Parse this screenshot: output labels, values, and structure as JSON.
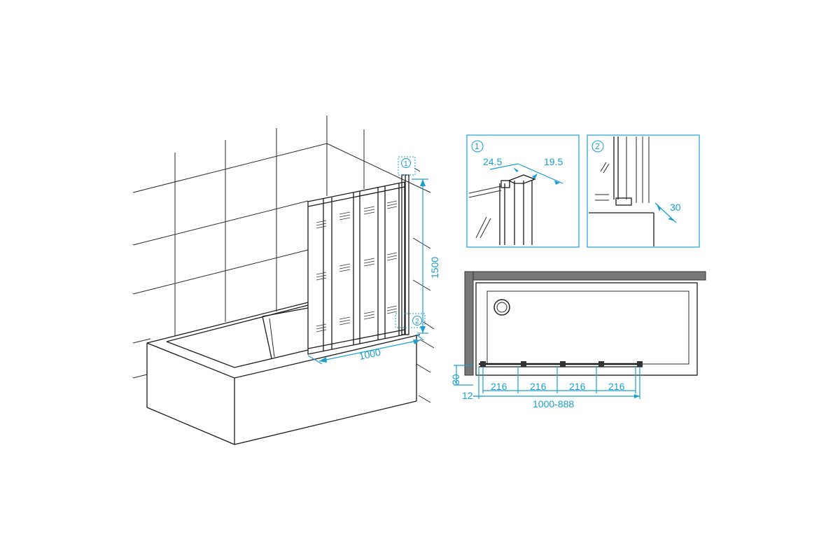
{
  "overview": {
    "width_label": "1000",
    "height_label": "1500",
    "callout_1": "1",
    "callout_2": "2"
  },
  "detail_1": {
    "badge": "1",
    "dim_left": "24.5",
    "dim_right": "19.5"
  },
  "detail_2": {
    "badge": "2",
    "dim": "30"
  },
  "plan_view": {
    "offset_vertical": "30",
    "offset_horizontal": "12",
    "panel_widths": [
      "216",
      "216",
      "216",
      "216"
    ],
    "total_width": "1000-888"
  },
  "colors": {
    "dimension": "#1a9fd0",
    "line": "#1a1a1a",
    "wall": "#777777"
  }
}
